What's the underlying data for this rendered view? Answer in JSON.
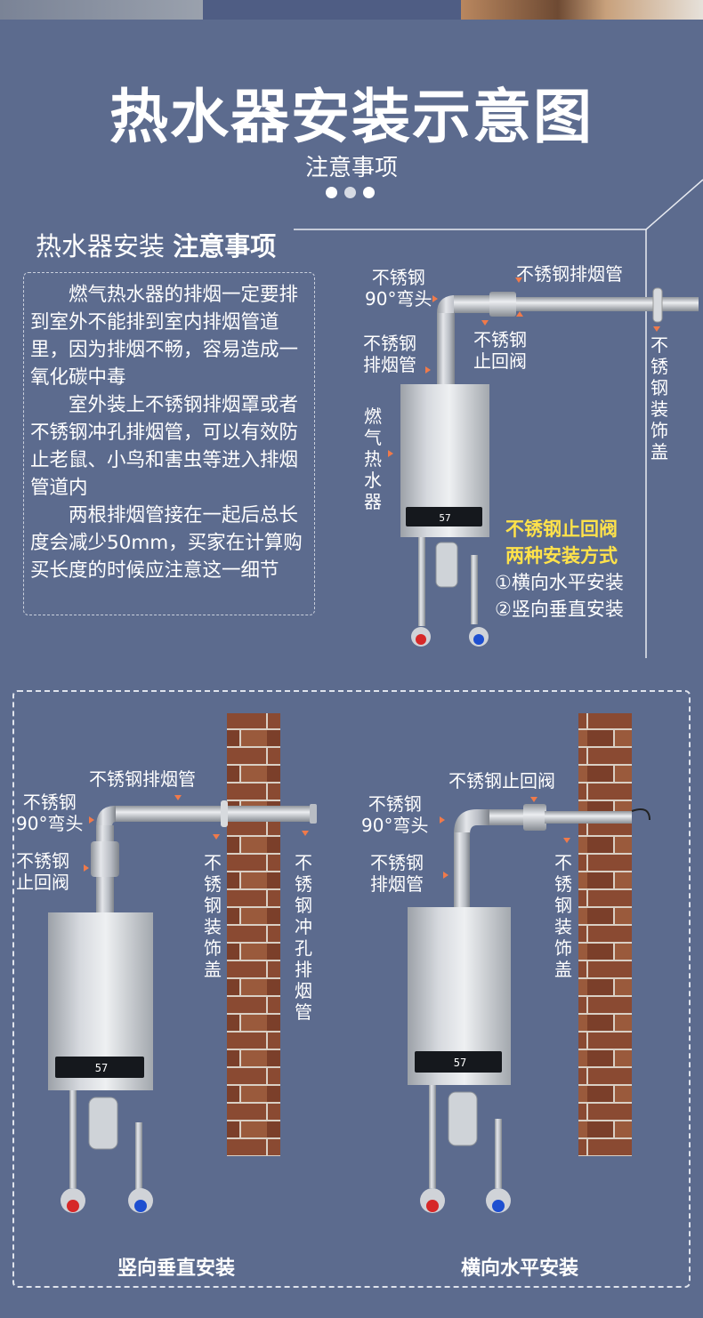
{
  "header": {
    "title": "热水器安装示意图",
    "subtitle": "注意事项"
  },
  "notice": {
    "prefix": "热水器安装",
    "bold": "注意事项",
    "paragraphs": [
      "燃气热水器的排烟一定要排到室外不能排到室内排烟管道里，因为排烟不畅，容易造成一氧化碳中毒",
      "室外装上不锈钢排烟罩或者不锈钢冲孔排烟管，可以有效防止老鼠、小鸟和害虫等进入排烟管道内",
      "两根排烟管接在一起后总长度会减少50mm，买家在计算购买长度的时候应注意这一细节"
    ]
  },
  "top_diagram": {
    "elbow": [
      "不锈钢",
      "90°弯头"
    ],
    "exhaust_pipe_h": "不锈钢排烟管",
    "exhaust_pipe_v": [
      "不锈钢",
      "排烟管"
    ],
    "check_valve": [
      "不锈钢",
      "止回阀"
    ],
    "heater": "燃气热水器",
    "cover": "不锈钢装饰盖",
    "display": "57",
    "methods_title": [
      "不锈钢止回阀",
      "两种安装方式"
    ],
    "methods": [
      "①横向水平安装",
      "②竖向垂直安装"
    ]
  },
  "left_diagram": {
    "exhaust_pipe": "不锈钢排烟管",
    "elbow": [
      "不锈钢",
      "90°弯头"
    ],
    "check_valve": [
      "不锈钢",
      "止回阀"
    ],
    "cover": "不锈钢装饰盖",
    "punched_pipe": "不锈钢冲孔排烟管",
    "display": "57",
    "caption": "竖向垂直安装"
  },
  "right_diagram": {
    "check_valve": "不锈钢止回阀",
    "elbow": [
      "不锈钢",
      "90°弯头"
    ],
    "exhaust_pipe": [
      "不锈钢",
      "排烟管"
    ],
    "cover": "不锈钢装饰盖",
    "display": "57",
    "caption": "横向水平安装"
  },
  "colors": {
    "background": "#5c6b8e",
    "highlight": "#ffe24a",
    "arrow": "#f07a4a",
    "brick": "#8a4a32"
  }
}
